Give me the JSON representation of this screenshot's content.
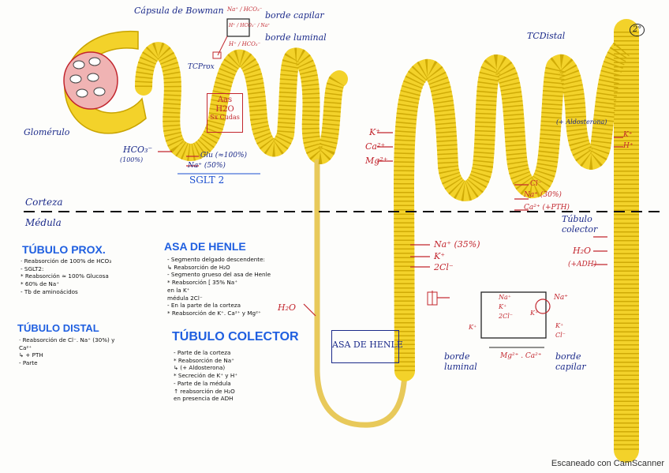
{
  "structure_labels": {
    "capsula": "Cápsula de Bowman",
    "glomerulo": "Glomérulo",
    "tc_prox": "TCProx",
    "tc_distal": "TCDistal",
    "corteza": "Corteza",
    "medula": "Médula",
    "tubulo_colector": "Túbulo colector",
    "asa_henle_box": "ASA DE HENLE"
  },
  "cell_inset": {
    "top": "Na⁺ / HCO₃⁻",
    "inner": "H⁺ / HCO₃⁻ / Na⁺",
    "bottom": "H⁺ / HCO₃⁻",
    "borde_capilar": "borde capilar",
    "borde_luminal": "borde luminal"
  },
  "prox_box": [
    "Aas",
    "H2O",
    "Sx Cudas"
  ],
  "prox_labels": {
    "hco3": "HCO₃⁻",
    "hco3_pct": "(100%)",
    "glu": "Glu (≈100%)",
    "na": "Na⁺ (50%)",
    "sglt": "SGLT 2"
  },
  "distal_labels": {
    "k": "K⁺",
    "ca": "Ca²⁺",
    "mg": "Mg²⁺",
    "cl": "Cl⁻",
    "na30": "Na⁺ (30%)",
    "ca_pth": "Ca²⁺ (+PTH)",
    "aldosterona": "(+ Aldosterona)",
    "k_out": "K⁺",
    "h_out": "H⁺"
  },
  "henle_labels": {
    "na35": "Na⁺ (35%)",
    "k": "K⁺",
    "cl2": "2Cl⁻",
    "h2o": "H₂O"
  },
  "collector_labels": {
    "h2o": "H₂O",
    "adh": "(+ADH)"
  },
  "transport_inset": {
    "na": "Na⁺",
    "k": "K⁺",
    "cl": "2Cl⁻",
    "na_out": "Na⁺",
    "k_out": "K⁺",
    "k_left": "K⁺",
    "k_right": "K⁺",
    "cl_right": "Cl⁻",
    "bottom": "Mg²⁺ . Ca²⁺",
    "borde_luminal": "borde luminal",
    "borde_capilar": "borde capilar"
  },
  "notes": {
    "prox_title": "TÚBULO PROX.",
    "prox_lines": [
      "· Reabsorción de 100% de HCO₃",
      "- SGLT2:",
      "  * Reabsorción ≈ 100% Glucosa",
      "  * 60% de Na⁺",
      "- Tb de aminoácidos"
    ],
    "distal_title": "TÚBULO DISTAL",
    "distal_lines": [
      "· Reabsorción de Cl⁻. Na⁺ (30%) y",
      "  Ca²⁺",
      "  ↳ + PTH",
      "- Parte"
    ],
    "henle_title": "ASA DE HENLE",
    "henle_lines": [
      "- Segmento delgado descendente:",
      "  ↳ Reabsorción de H₂O",
      "- Segmento grueso del asa de Henle",
      "  * Reabsorción  [ 35% Na⁺",
      "    en la          K⁺",
      "    médula         2Cl⁻",
      "- En la parte de la corteza",
      "  * Reabsorción de K⁺. Ca²⁺ y Mg²⁺"
    ],
    "colector_title": "TÚBULO COLECTOR",
    "colector_lines": [
      "- Parte de la corteza",
      "  * Reabsorción de Na⁺",
      "    ↳ (+ Aldosterona)",
      "  * Secreción de K⁺ y H⁺",
      "  - Parte de la médula",
      "    ↑ reabsorción de H₂O",
      "    en presencia de ADH"
    ]
  },
  "corner": "2°",
  "watermark": "Escaneado con CamScanner",
  "colors": {
    "tube": "#f3d22a",
    "ink": "#c2262e",
    "navy": "#1b2a8a",
    "title": "#1f5fe0"
  }
}
